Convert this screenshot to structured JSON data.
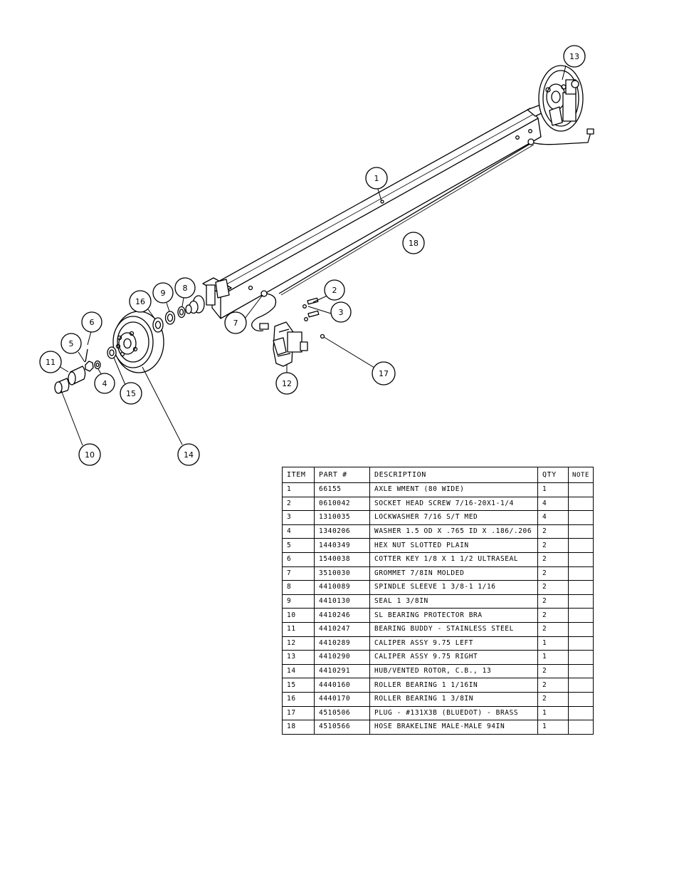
{
  "bom": {
    "headers": [
      "ITEM",
      "PART #",
      "DESCRIPTION",
      "QTY",
      "NOTE"
    ],
    "rows": [
      {
        "item": "1",
        "part": "66155",
        "description": "AXLE WMENT (80 WIDE)",
        "qty": "1",
        "note": ""
      },
      {
        "item": "2",
        "part": "0610042",
        "description": "SOCKET HEAD SCREW 7/16-20X1-1/4",
        "qty": "4",
        "note": ""
      },
      {
        "item": "3",
        "part": "1310035",
        "description": "LOCKWASHER 7/16 S/T MED",
        "qty": "4",
        "note": ""
      },
      {
        "item": "4",
        "part": "1340206",
        "description": "WASHER 1.5 OD X .765 ID X .186/.206",
        "qty": "2",
        "note": ""
      },
      {
        "item": "5",
        "part": "1440349",
        "description": "HEX NUT SLOTTED PLAIN",
        "qty": "2",
        "note": ""
      },
      {
        "item": "6",
        "part": "1540038",
        "description": "COTTER KEY 1/8 X 1 1/2 ULTRASEAL",
        "qty": "2",
        "note": ""
      },
      {
        "item": "7",
        "part": "3510030",
        "description": "GROMMET  7/8IN MOLDED",
        "qty": "2",
        "note": ""
      },
      {
        "item": "8",
        "part": "4410089",
        "description": "SPINDLE SLEEVE  1 3/8-1 1/16",
        "qty": "2",
        "note": ""
      },
      {
        "item": "9",
        "part": "4410130",
        "description": "SEAL  1 3/8IN",
        "qty": "2",
        "note": ""
      },
      {
        "item": "10",
        "part": "4410246",
        "description": "SL BEARING PROTECTOR BRA",
        "qty": "2",
        "note": ""
      },
      {
        "item": "11",
        "part": "4410247",
        "description": "BEARING BUDDY - STAINLESS STEEL",
        "qty": "2",
        "note": ""
      },
      {
        "item": "12",
        "part": "4410289",
        "description": "CALIPER ASSY 9.75 LEFT",
        "qty": "1",
        "note": ""
      },
      {
        "item": "13",
        "part": "4410290",
        "description": "CALIPER ASSY 9.75 RIGHT",
        "qty": "1",
        "note": ""
      },
      {
        "item": "14",
        "part": "4410291",
        "description": "HUB/VENTED ROTOR, C.B.,  13",
        "qty": "2",
        "note": ""
      },
      {
        "item": "15",
        "part": "4440160",
        "description": "ROLLER BEARING   1 1/16IN",
        "qty": "2",
        "note": ""
      },
      {
        "item": "16",
        "part": "4440170",
        "description": "ROLLER BEARING   1 3/8IN",
        "qty": "2",
        "note": ""
      },
      {
        "item": "17",
        "part": "4510506",
        "description": "PLUG - #131X3B (BLUEDOT) - BRASS",
        "qty": "1",
        "note": ""
      },
      {
        "item": "18",
        "part": "4510566",
        "description": "HOSE BRAKELINE MALE-MALE 94IN",
        "qty": "1",
        "note": ""
      }
    ]
  },
  "balloons": [
    "1",
    "2",
    "3",
    "4",
    "5",
    "6",
    "7",
    "8",
    "9",
    "10",
    "11",
    "12",
    "13",
    "14",
    "15",
    "16",
    "17",
    "18"
  ]
}
